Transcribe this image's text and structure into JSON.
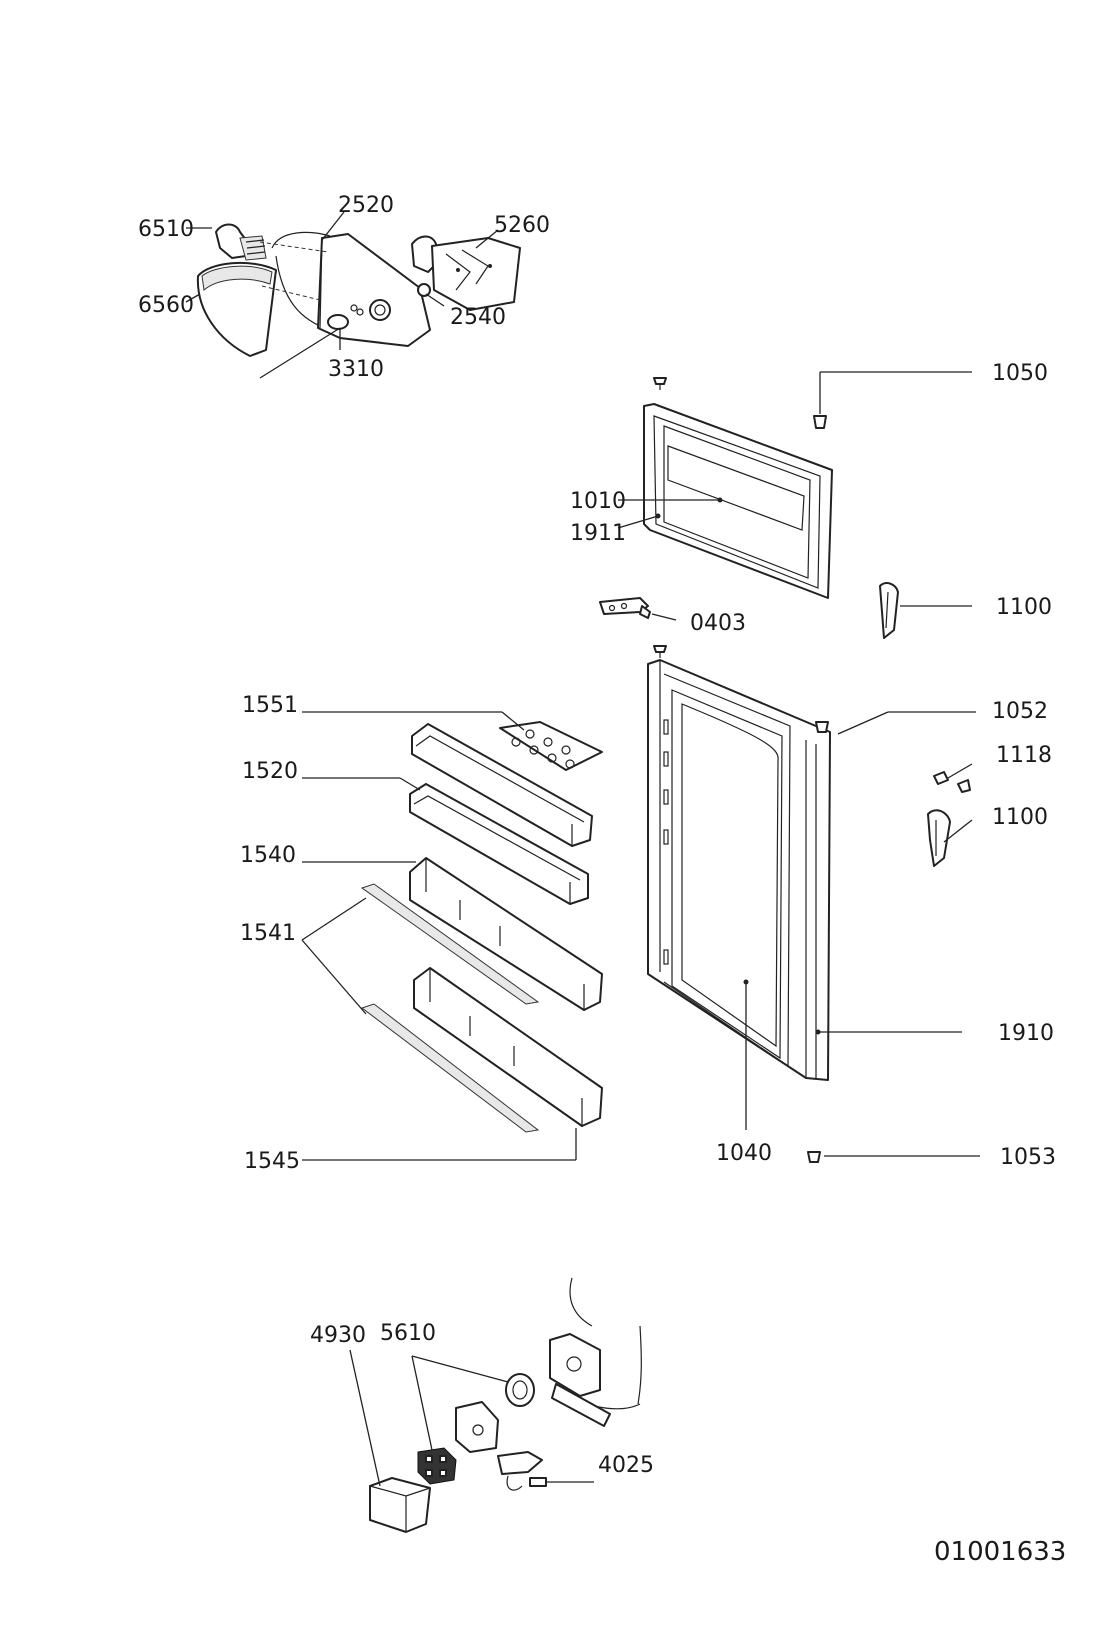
{
  "diagram": {
    "drawing_number": "01001633",
    "labels": {
      "p6510": "6510",
      "p2520": "2520",
      "p5260": "5260",
      "p6560": "6560",
      "p2540": "2540",
      "p3310": "3310",
      "p1050": "1050",
      "p1010": "1010",
      "p1911": "1911",
      "p0403": "0403",
      "p1100a": "1100",
      "p1551": "1551",
      "p1052": "1052",
      "p1520": "1520",
      "p1118": "1118",
      "p1100b": "1100",
      "p1540": "1540",
      "p1541": "1541",
      "p1910": "1910",
      "p1545": "1545",
      "p1040": "1040",
      "p1053": "1053",
      "p4930": "4930",
      "p5610": "5610",
      "p4025": "4025"
    }
  }
}
